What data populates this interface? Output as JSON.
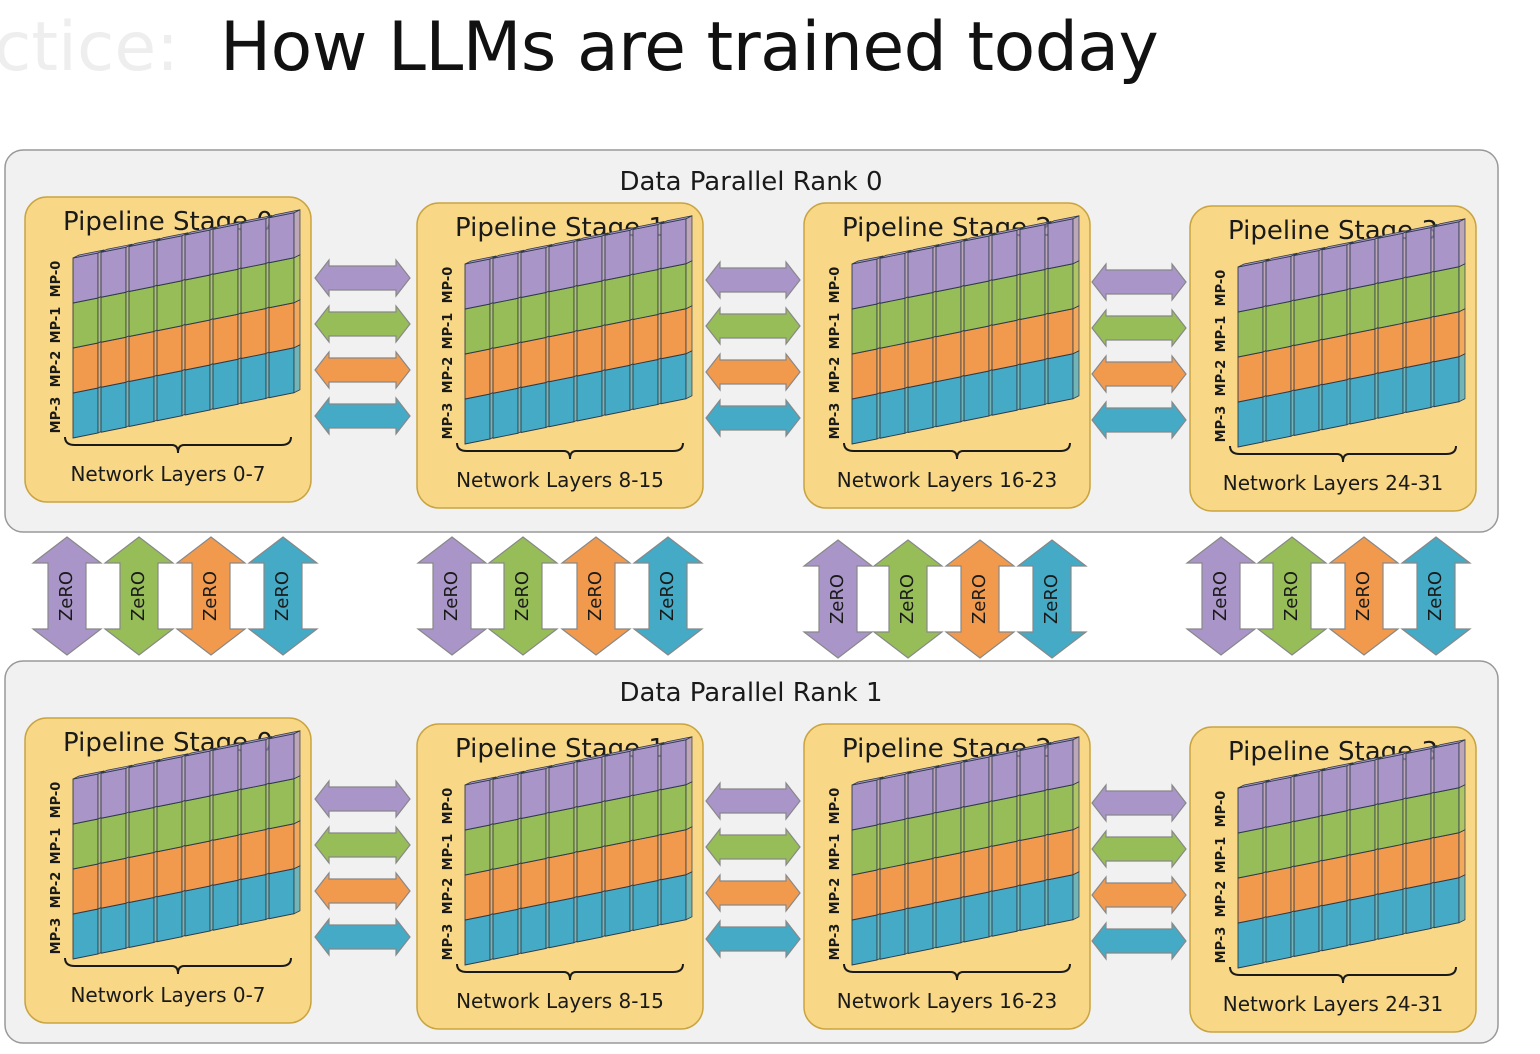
{
  "title": {
    "ghost_text": "ctice:",
    "text": "How LLMs are trained today"
  },
  "colors": {
    "rank_bg": "#f1f1f1",
    "rank_border": "#999999",
    "stage_bg": "#f8d886",
    "stage_border": "#c9a441",
    "mp0": "#a995c8",
    "mp1": "#97bd58",
    "mp2": "#f19a4e",
    "mp3": "#44aac5"
  },
  "ranks": [
    {
      "label": "Data Parallel Rank 0",
      "stages": [
        {
          "label": "Pipeline Stage 0",
          "layers": "Network Layers 0-7"
        },
        {
          "label": "Pipeline Stage 1",
          "layers": "Network Layers 8-15"
        },
        {
          "label": "Pipeline Stage 2",
          "layers": "Network Layers 16-23"
        },
        {
          "label": "Pipeline Stage 3",
          "layers": "Network Layers 24-31"
        }
      ]
    },
    {
      "label": "Data Parallel Rank 1",
      "stages": [
        {
          "label": "Pipeline Stage 0",
          "layers": "Network Layers 0-7"
        },
        {
          "label": "Pipeline Stage 1",
          "layers": "Network Layers 8-15"
        },
        {
          "label": "Pipeline Stage 2",
          "layers": "Network Layers 16-23"
        },
        {
          "label": "Pipeline Stage 3",
          "layers": "Network Layers 24-31"
        }
      ]
    }
  ],
  "mp_labels": [
    "MP-0",
    "MP-1",
    "MP-2",
    "MP-3"
  ],
  "zero_label": "ZeRO"
}
